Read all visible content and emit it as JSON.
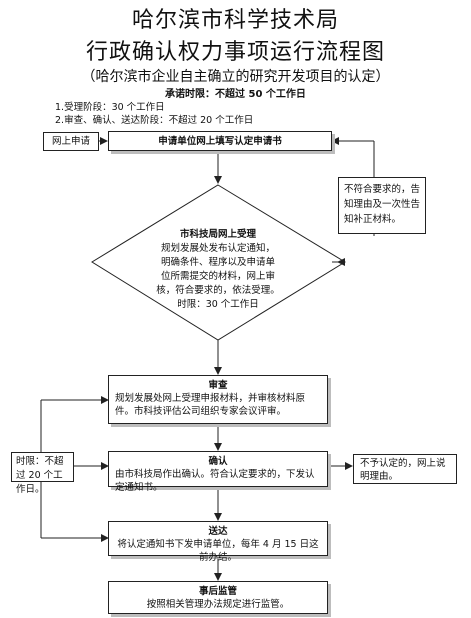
{
  "header": {
    "title_line1": "哈尔滨市科学技术局",
    "title_line2": "行政确认权力事项运行流程图",
    "subtitle": "（哈尔滨市企业自主确立的研究开发项目的认定）",
    "commitment": "承诺时限：不超过 50 个工作日",
    "note1": "1.受理阶段：30 个工作日",
    "note2": "2.审查、确认、送达阶段：不超过 20 个工作日"
  },
  "nodes": {
    "online_apply": "网上申请",
    "apply_fill": "申请单位网上填写认定申请书",
    "accept_title": "市科技局网上受理",
    "accept_l1": "规划发展处发布认定通知，",
    "accept_l2": "明确条件、程序以及申请单",
    "accept_l3": "位所需提交的材料，网上审",
    "accept_l4": "核，符合要求的，依法受理。",
    "accept_l5": "时限：30 个工作日",
    "reject_info": "不符合要求的，告知理由及一次性告知补正材料。",
    "review_title": "审查",
    "review_body": "规划发展处网上受理申报材料，并审核材料原件。市科技评估公司组织专家会议评审。",
    "confirm_title": "确认",
    "confirm_body": "由市科技局作出确认。符合认定要求的，下发认定通知书。",
    "not_confirm": "不予认定的，网上说明理由。",
    "time_limit": "时限：不超过 20 个工作日。",
    "deliver_title": "送达",
    "deliver_body": "将认定通知书下发申请单位，每年 4 月 15 日这前办结。",
    "supervise_title": "事后监管",
    "supervise_body": "按照相关管理办法规定进行监管。"
  }
}
